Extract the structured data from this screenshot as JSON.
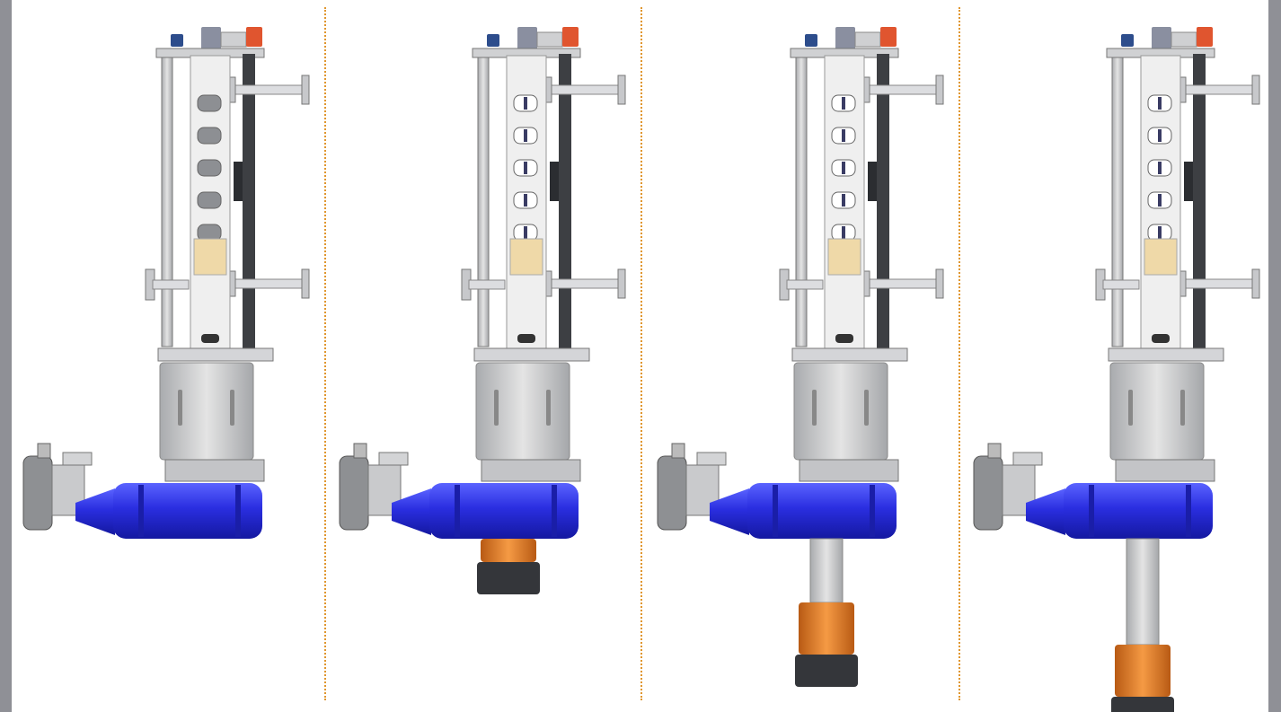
{
  "stages": [
    {
      "id": 1,
      "extension": 0
    },
    {
      "id": 2,
      "extension": 0.25
    },
    {
      "id": 3,
      "extension": 0.6
    },
    {
      "id": 4,
      "extension": 1.0
    }
  ],
  "colors": {
    "frame": "#8f9096",
    "divider": "#e0962e",
    "steel_light": "#e4e4e4",
    "steel_mid": "#b9bbbe",
    "steel_dark": "#3d3f43",
    "valve_body": "#2a2ee0",
    "valve_highlight": "#5a63ff",
    "cutter_orange": "#e07a26",
    "cutter_dark": "#34363a",
    "filter_pad": "#efd9a8",
    "sensor_blue": "#2d4d8c",
    "sensor_red": "#e0552f"
  },
  "icons": [
    "mast-icon",
    "gate-valve-icon",
    "gearbox-icon",
    "cutter-head-icon"
  ]
}
